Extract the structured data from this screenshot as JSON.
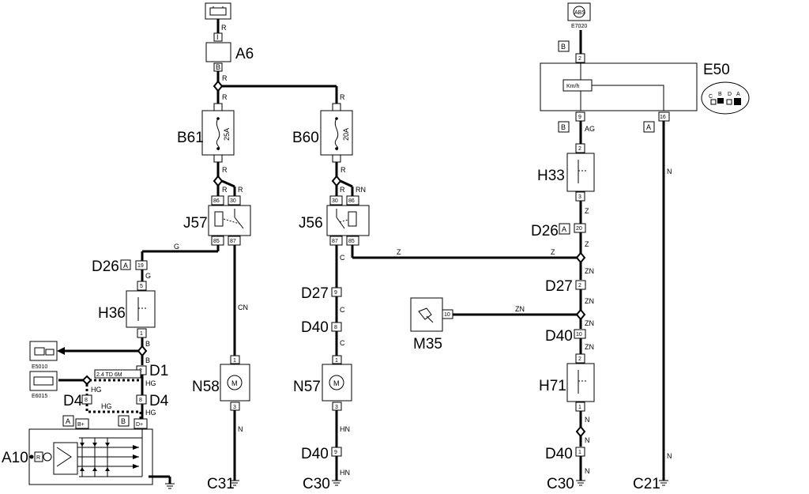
{
  "components": {
    "A6": "A6",
    "B61": "B61",
    "B60": "B60",
    "J57": "J57",
    "J56": "J56",
    "D26": "D26",
    "H36": "H36",
    "D1": "D1",
    "D4": "D4",
    "A10": "A10",
    "N58": "N58",
    "N57": "N57",
    "D27": "D27",
    "D40": "D40",
    "M35": "M35",
    "E50": "E50",
    "H33": "H33",
    "H71": "H71",
    "C31": "C31",
    "C30": "C30",
    "C21": "C21",
    "E5010": "E5010",
    "E6015": "E6015",
    "E7020": "E7020"
  },
  "fuses": {
    "b61_rating": "25A",
    "b60_rating": "20A"
  },
  "wires": {
    "R": "R",
    "B": "B",
    "G": "G",
    "CN": "CN",
    "C": "C",
    "N": "N",
    "HN": "HN",
    "RN": "RN",
    "Z": "Z",
    "ZN": "ZN",
    "AG": "AG",
    "HG": "HG"
  },
  "pins": {
    "p1": "1",
    "p2": "2",
    "p3": "3",
    "p5": "5",
    "p8": "8",
    "p9": "9",
    "p10": "10",
    "p16": "16",
    "p19": "19",
    "p20": "20",
    "p30": "30",
    "p85": "85",
    "p86": "86",
    "p87": "87"
  },
  "connectors": {
    "A": "A",
    "B": "B"
  },
  "labels": {
    "variant": "2.4 TD 6M",
    "kmh": "Km/h",
    "I": "I",
    "B_plus": "B+",
    "D_plus": "D+",
    "R": "R",
    "conn_C": "C",
    "conn_B": "B",
    "conn_D": "D",
    "conn_A": "A"
  }
}
